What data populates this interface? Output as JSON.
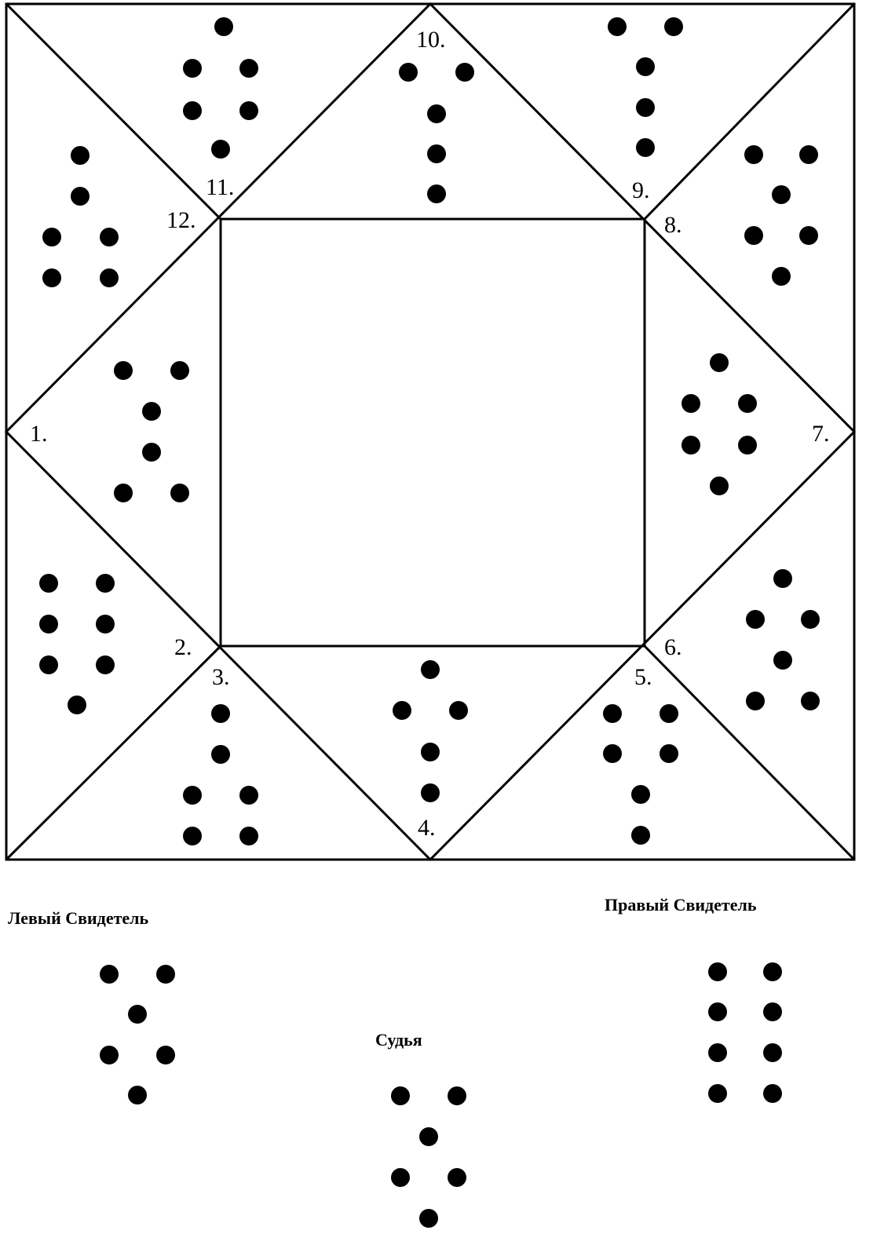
{
  "figure": {
    "description_labels": {
      "positions": [
        "1.",
        "2.",
        "3.",
        "4.",
        "5.",
        "6.",
        "7.",
        "8.",
        "9.",
        "10.",
        "11.",
        "12."
      ]
    },
    "captions": {
      "left_witness": "Левый Свидетель",
      "right_witness": "Правый Свидетель",
      "judge": "Судья"
    },
    "colors": {
      "ink": "#000000",
      "paper": "#ffffff"
    }
  }
}
